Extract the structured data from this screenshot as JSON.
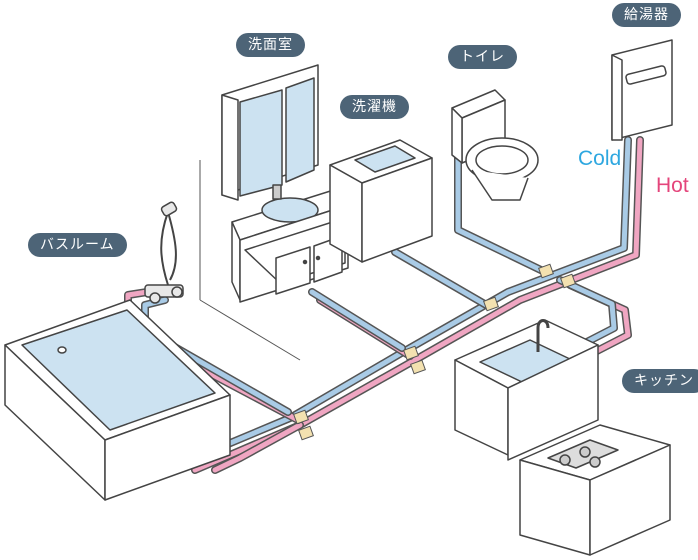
{
  "labels": {
    "washroom": "洗面室",
    "toilet": "トイレ",
    "water_heater": "給湯器",
    "washing_machine": "洗濯機",
    "bathroom": "バスルーム",
    "kitchen": "キッチン"
  },
  "pipes": {
    "cold": "Cold",
    "hot": "Hot"
  },
  "colors": {
    "cold": "#2ea7e0",
    "hot": "#e4457b",
    "label_bg": "#4d6477"
  }
}
